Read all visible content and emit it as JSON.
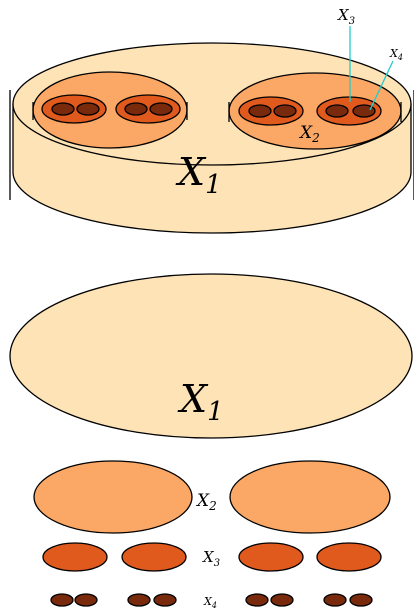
{
  "colors": {
    "x1_fill": "#fde3b6",
    "x2_fill": "#fba765",
    "x3_fill": "#e05a1e",
    "x4_fill": "#7a2a0c",
    "leader_line": "#22cccc",
    "outline": "#000000"
  },
  "labels": {
    "top_x1": {
      "base": "X",
      "sub": "1"
    },
    "top_x2": {
      "base": "X",
      "sub": "2"
    },
    "top_x3": {
      "base": "X",
      "sub": "3"
    },
    "top_x4": {
      "base": "X",
      "sub": "4"
    },
    "bottom_x1": {
      "base": "X",
      "sub": "1"
    },
    "bottom_x2": {
      "base": "X",
      "sub": "2"
    },
    "bottom_x3": {
      "base": "X",
      "sub": "3"
    },
    "bottom_x4": {
      "base": "X",
      "sub": "4"
    }
  }
}
